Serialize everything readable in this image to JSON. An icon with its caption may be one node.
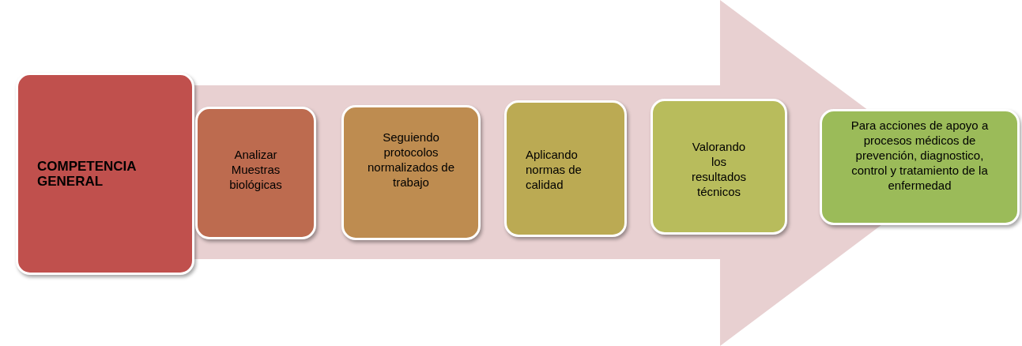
{
  "diagram": {
    "nodes": [
      {
        "text": [
          "COMPETENCIA GENERAL"
        ]
      },
      {
        "text": [
          "Analizar Muestras biológicas"
        ]
      },
      {
        "text": [
          "Seguiendo protocolos normalizados de trabajo"
        ]
      },
      {
        "text": [
          "Aplicando normas de calidad"
        ]
      },
      {
        "text": [
          "Valorando los resultados técnicos"
        ]
      },
      {
        "text": [
          "Para acciones de apoyo a procesos médicos de  prevención, diagnostico, control  y tratamiento de la enfermedad"
        ]
      }
    ],
    "edges": [
      {
        "from": 0,
        "to": 5,
        "arrow": "to"
      }
    ]
  }
}
